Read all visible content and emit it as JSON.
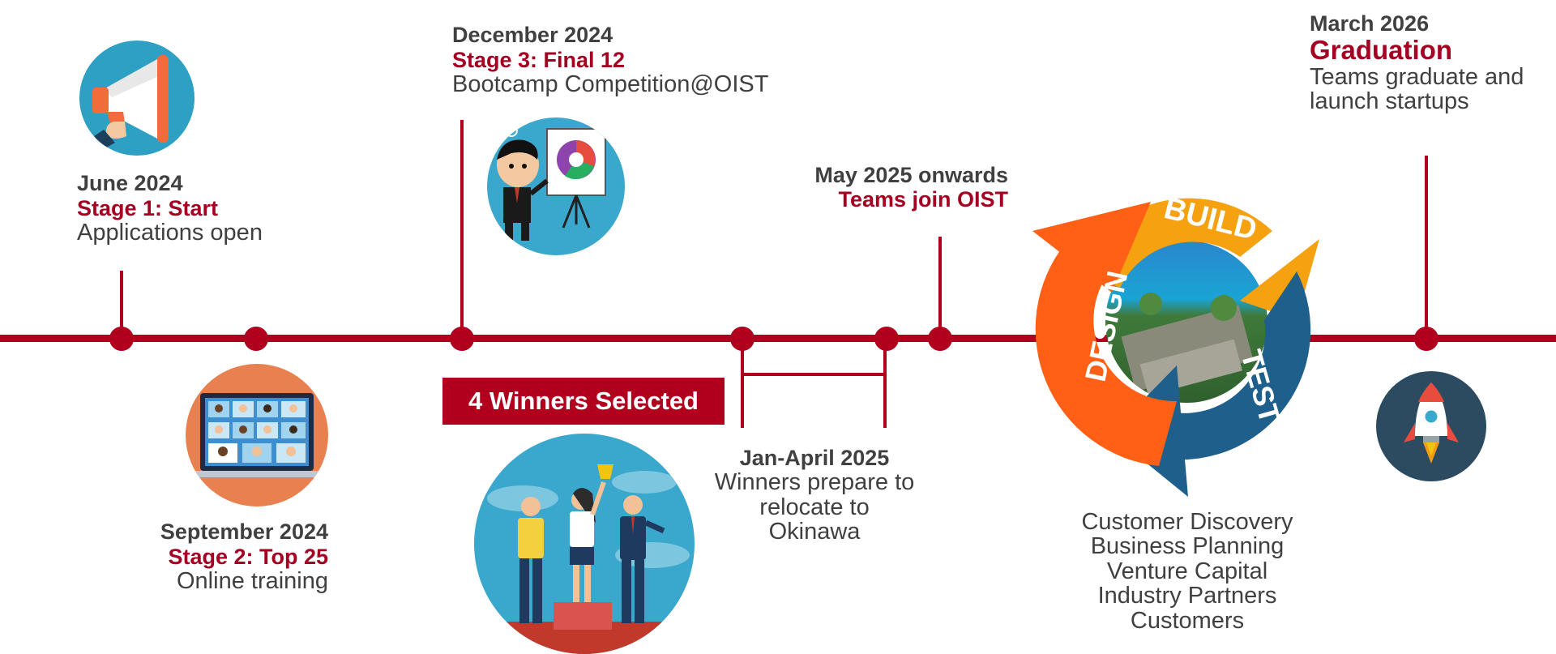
{
  "milestones": {
    "june": {
      "date": "June 2024",
      "stage": "Stage 1: Start",
      "desc": "Applications open"
    },
    "september": {
      "date": "September 2024",
      "stage": "Stage 2: Top 25",
      "desc": "Online training"
    },
    "december": {
      "date": "December 2024",
      "stage": "Stage 3: Final 12",
      "desc": "Bootcamp Competition@OIST"
    },
    "winners": {
      "label": "4 Winners Selected"
    },
    "jan_april": {
      "date": "Jan-April 2025",
      "desc_lines": [
        "Winners prepare to",
        "relocate to",
        "Okinawa"
      ]
    },
    "may": {
      "date": "May 2025 onwards",
      "stage": "Teams join OIST"
    },
    "march": {
      "date": "March 2026",
      "stage": "Graduation",
      "desc_lines": [
        "Teams graduate and",
        "launch startups"
      ]
    }
  },
  "cycle": {
    "words": [
      "BUILD",
      "TEST",
      "DESIGN"
    ],
    "activities": [
      "Customer Discovery",
      "Business Planning",
      "Venture Capital",
      "Industry Partners",
      "Customers"
    ]
  },
  "icons": [
    "megaphone-icon",
    "video-call-icon",
    "presenter-icon",
    "podium-icon",
    "campus-photo",
    "rocket-icon"
  ],
  "colors": {
    "timeline": "#b0001e",
    "accent_text": "#a50021",
    "body_text": "#404040",
    "build": "#f5a110",
    "test": "#1f5f8b",
    "design": "#ff6016"
  }
}
